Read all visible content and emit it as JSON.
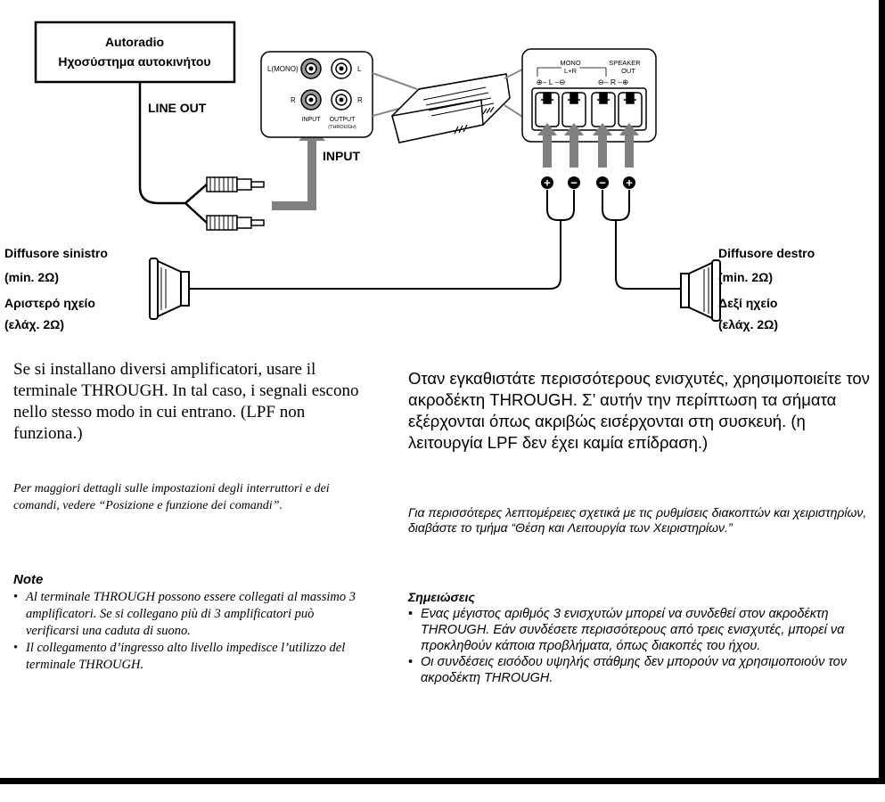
{
  "diagram": {
    "head_unit": {
      "line1": "Autoradio",
      "line2": "Ηχοσύστημα αυτοκινήτου"
    },
    "line_out": "LINE OUT",
    "input_arrow": "INPUT",
    "panel": {
      "l_mono": "L(MONO)",
      "l": "L",
      "r_in": "R",
      "r_out": "R",
      "input": "INPUT",
      "output": "OUTPUT",
      "through": "(THROUGH)"
    },
    "speaker_terminal": {
      "mono": "MONO",
      "lr": "L+R",
      "speaker": "SPEAKER",
      "out": "OUT",
      "pol_l": "⊕– L –⊖",
      "pol_r": "⊖– R –⊕",
      "wire_signs": [
        "+",
        "−",
        "−",
        "+"
      ]
    },
    "left_speaker": {
      "it1": "Diffusore sinistro",
      "it2": "(min. 2Ω)",
      "gr1": "Αριστερό ηχείο",
      "gr2": "(ελάχ. 2Ω)"
    },
    "right_speaker": {
      "it1": "Diffusore destro",
      "it2": "(min. 2Ω)",
      "gr1": "Δεξί ηχείο",
      "gr2": "(ελάχ. 2Ω)"
    }
  },
  "italian": {
    "body": "Se si installano diversi amplificatori, usare il terminale THROUGH. In tal caso, i segnali escono nello stesso modo in cui entrano. (LPF non funziona.)",
    "tip": "Per maggiori dettagli sulle impostazioni degli interruttori e dei comandi, vedere “Posizione e funzione dei comandi”.",
    "note_title": "Note",
    "notes": [
      "Al terminale THROUGH possono essere collegati al massimo 3 amplificatori. Se si collegano più di 3 amplificatori può verificarsi una caduta di suono.",
      "Il collegamento d’ingresso alto livello impedisce l’utilizzo del terminale THROUGH."
    ]
  },
  "greek": {
    "body": "Οταν εγκαθιστάτε περισσότερους ενισχυτές, χρησιμοποιείτε τον ακροδέκτη THROUGH. Σ’ αυτήν την περίπτωση τα σήματα εξέρχονται όπως ακριβώς εισέρχονται στη συσκευή. (η λειτουργία LPF δεν έχει καμία επίδραση.)",
    "tip": "Για περισσότερες λεπτομέρειες σχετικά με τις ρυθμίσεις διακοπτών και χειριστηρίων, διαβάστε το τμήμα “Θέση και Λειτουργία των Χειριστηρίων.”",
    "note_title": "Σημειώσεις",
    "notes": [
      "Ενας μέγιστος αριθμός 3 ενισχυτών μπορεί να συνδεθεί στον ακροδέκτη THROUGH. Εάν συνδέσετε περισσότερους από τρεις ενισχυτές, μπορεί να προκληθούν κάποια προβλήματα, όπως διακοπές του ήχου.",
      "Οι συνδέσεις εισόδου υψηλής στάθμης δεν μπορούν να χρησιμοποιούν τον ακροδέκτη THROUGH."
    ]
  }
}
